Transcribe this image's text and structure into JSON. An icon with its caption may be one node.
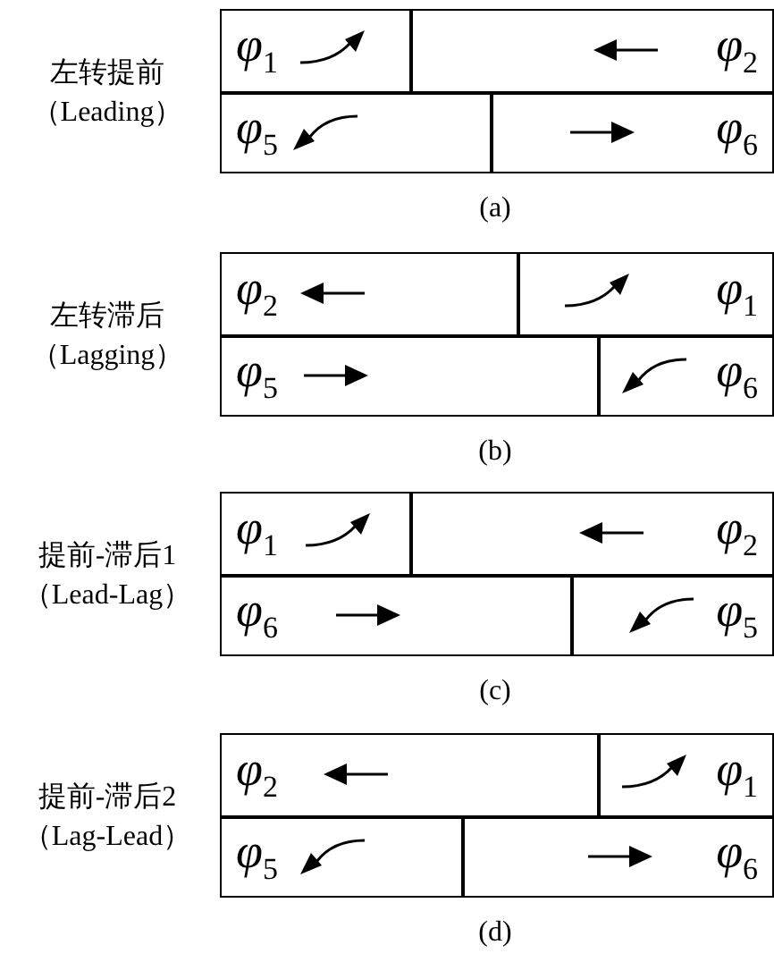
{
  "diagram": {
    "nodes": [
      {
        "text": [
          "φ$_{1}$"
        ]
      },
      {
        "text": [
          "φ$_{2}$"
        ]
      },
      {
        "text": [
          "φ$_{5}$"
        ]
      },
      {
        "text": [
          "φ$_{6}$"
        ]
      },
      {
        "text": [
          "φ$_{2}$"
        ]
      },
      {
        "text": [
          "φ$_{1}$"
        ]
      },
      {
        "text": [
          "φ$_{5}$"
        ]
      },
      {
        "text": [
          "φ$_{6}$"
        ]
      },
      {
        "text": [
          "φ$_{1}$"
        ]
      },
      {
        "text": [
          "φ$_{2}$"
        ]
      },
      {
        "text": [
          "φ$_{6}$"
        ]
      },
      {
        "text": [
          "φ$_{5}$"
        ]
      },
      {
        "text": [
          "φ$_{2}$"
        ]
      },
      {
        "text": [
          "φ$_{1}$"
        ]
      },
      {
        "text": [
          "φ$_{5}$"
        ]
      },
      {
        "text": [
          "φ$_{6}$"
        ]
      }
    ],
    "labels": [
      "左转提前",
      "（Leading）",
      "(a)",
      "左转滞后",
      "（Lagging）",
      "(b)",
      "提前-滞后1",
      "（Lead-Lag）",
      "(c)",
      "提前-滞后2",
      "（Lag-Lead）",
      "(d)"
    ]
  }
}
